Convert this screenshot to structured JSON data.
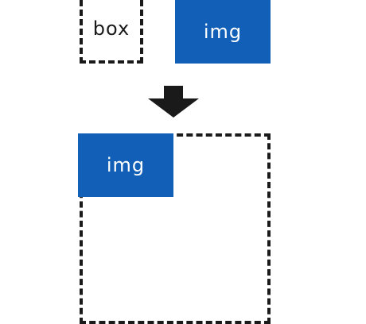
{
  "before": {
    "box_label": "box",
    "img_label": "img"
  },
  "after": {
    "img_label": "img"
  },
  "colors": {
    "img_fill": "#125fb8",
    "border": "#1a1a1a",
    "arrow": "#1a1a1a"
  },
  "icons": {
    "arrow": "arrow-down-icon"
  }
}
